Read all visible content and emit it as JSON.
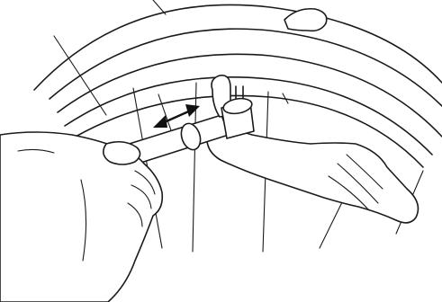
{
  "illustration": {
    "subject": "hand-pump-valve-attachment",
    "parts": [
      "wheel-rim",
      "tire",
      "spokes",
      "pump-hose",
      "valve-head",
      "left-hand",
      "right-hand",
      "direction-arrow"
    ],
    "colors": {
      "ink": "#1a1a1a",
      "background": "#ffffff"
    }
  }
}
